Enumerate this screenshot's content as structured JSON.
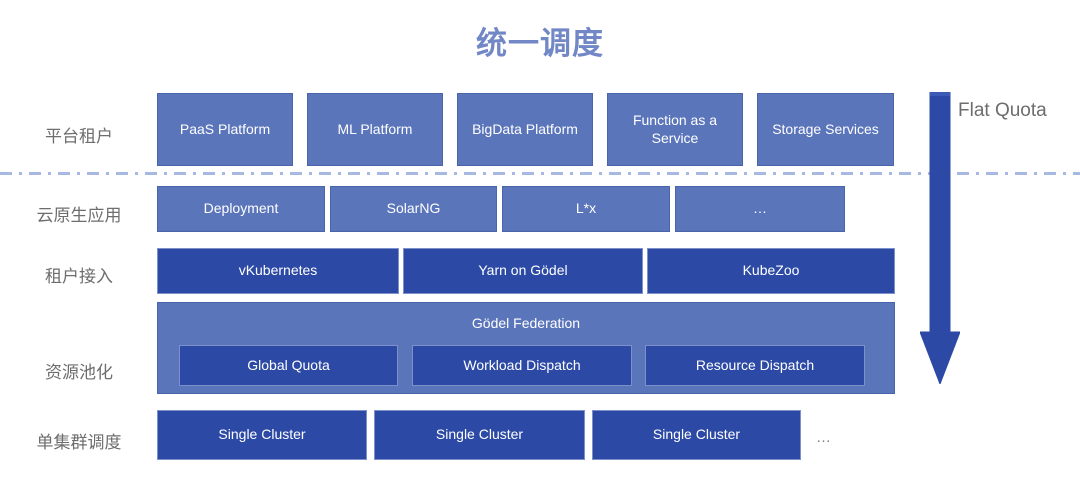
{
  "title": "统一调度",
  "theme": {
    "title_color": "#7287c6",
    "medium_blue": "#5b75bb",
    "dark_blue": "#2c4aa5",
    "label_gray": "#6d6d6d",
    "divider_blue": "#a7b8e3",
    "arrow_blue": "#2c4aa5"
  },
  "annotation": {
    "arrow_label": "Flat Quota",
    "arrow_direction": "down"
  },
  "rows": [
    {
      "label": "平台租户",
      "boxes": [
        {
          "text": "PaaS Platform"
        },
        {
          "text": "ML Platform"
        },
        {
          "text": "BigData Platform"
        },
        {
          "text": "Function as a Service"
        },
        {
          "text": "Storage Services"
        }
      ]
    },
    {
      "label": "云原生应用",
      "boxes": [
        {
          "text": "Deployment"
        },
        {
          "text": "SolarNG"
        },
        {
          "text": "L*x"
        },
        {
          "text": "…"
        }
      ]
    },
    {
      "label": "租户接入",
      "boxes": [
        {
          "text": "vKubernetes"
        },
        {
          "text": "Yarn on Gödel"
        },
        {
          "text": "KubeZoo"
        }
      ]
    },
    {
      "label": "资源池化",
      "container_title": "Gödel Federation",
      "boxes": [
        {
          "text": "Global Quota"
        },
        {
          "text": "Workload Dispatch"
        },
        {
          "text": "Resource Dispatch"
        }
      ]
    },
    {
      "label": "单集群调度",
      "boxes": [
        {
          "text": "Single Cluster"
        },
        {
          "text": "Single Cluster"
        },
        {
          "text": "Single Cluster"
        }
      ],
      "trailing_ellipsis": "…"
    }
  ]
}
